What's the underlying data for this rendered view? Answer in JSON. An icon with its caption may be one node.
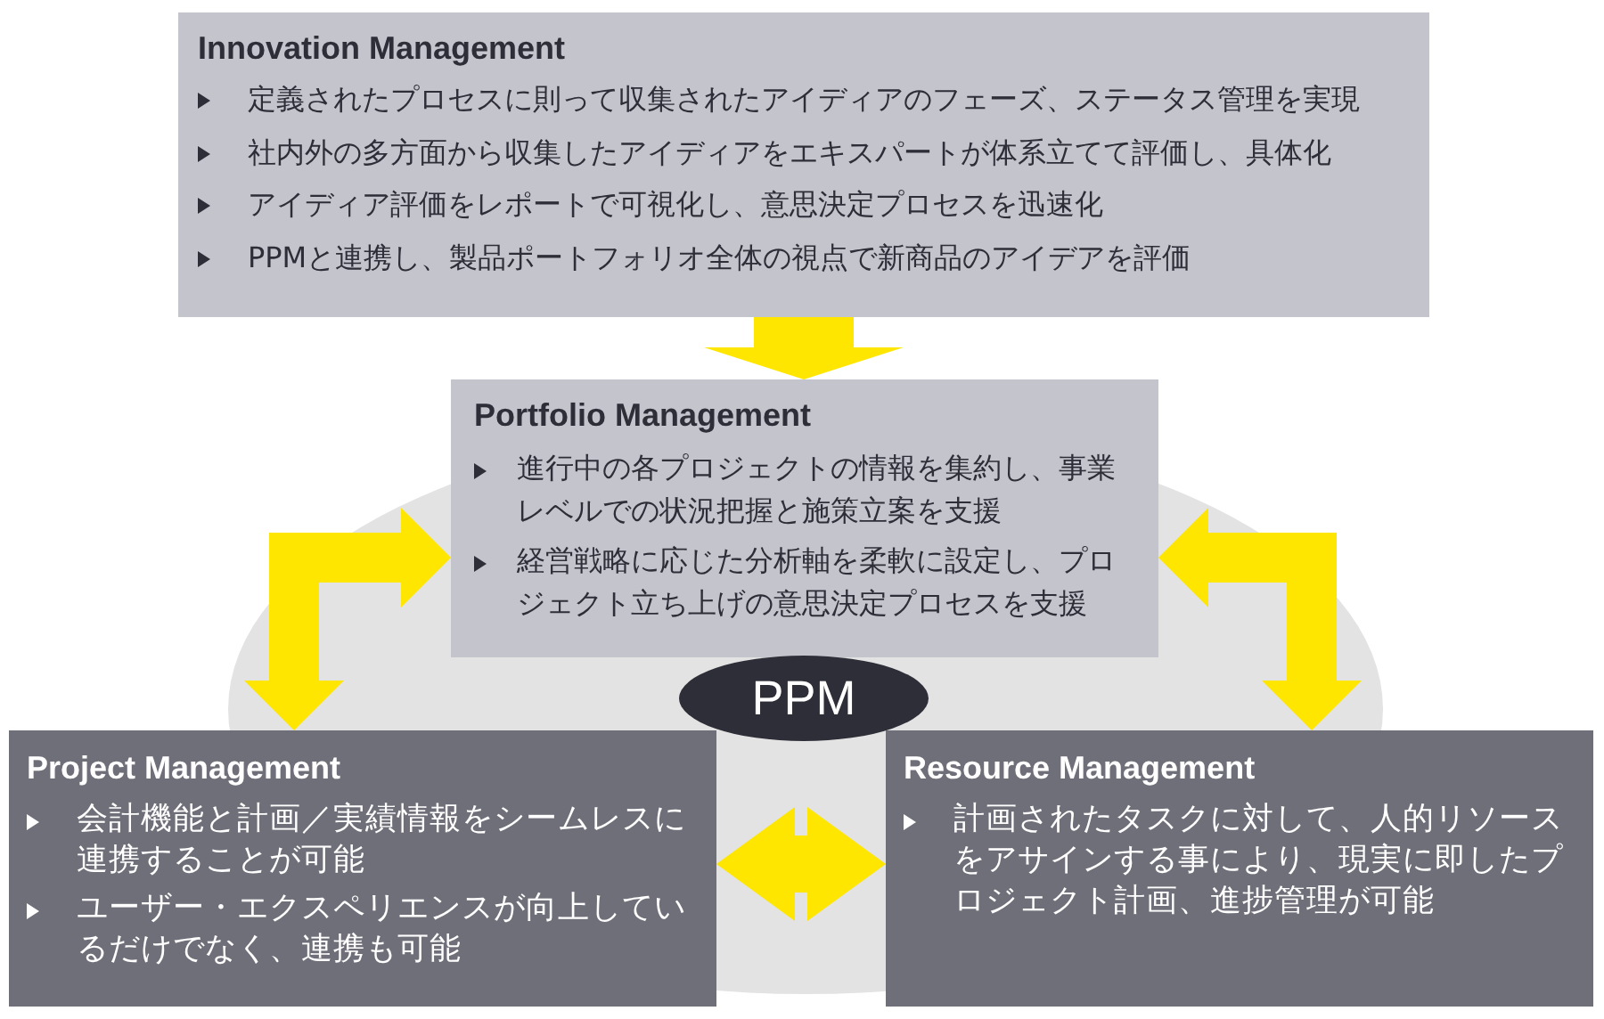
{
  "diagram": {
    "nodes": [
      {
        "text": [
          "Innovation Management",
          "定義されたプロセスに則って収集されたアイディアのフェーズ、ステータス管理を実現",
          "社内外の多方面から収集したアイディアをエキスパートが体系立てて評価し、具体化",
          "アイディア評価をレポートで可視化し、意思決定プロセスを迅速化",
          "PPMと連携し、製品ポートフォリオ全体の視点で新商品のアイデアを評価"
        ]
      },
      {
        "text": [
          "Portfolio Management",
          "進行中の各プロジェクトの情報を集約し、事業レベルでの状況把握と施策立案を支援",
          "経営戦略に応じた分析軸を柔軟に設定し、プロジェクト立ち上げの意思決定プロセスを支援"
        ]
      },
      {
        "text": [
          "PPM"
        ]
      },
      {
        "text": [
          "Project Management",
          "会計機能と計画／実績情報をシームレスに連携することが可能",
          "ユーザー・エクスペリエンスが向上しているだけでなく、連携も可能"
        ]
      },
      {
        "text": [
          "Resource Management",
          "計画されたタスクに対して、人的リソースをアサインする事により、現実に即したプロジェクト計画、進捗管理が可能"
        ]
      }
    ],
    "edges": [
      {
        "from": 0,
        "to": 1,
        "arrow": "to"
      },
      {
        "from": 1,
        "to": 3,
        "arrow": "both"
      },
      {
        "from": 1,
        "to": 4,
        "arrow": "both"
      },
      {
        "from": 3,
        "to": 4,
        "arrow": "both"
      }
    ]
  }
}
